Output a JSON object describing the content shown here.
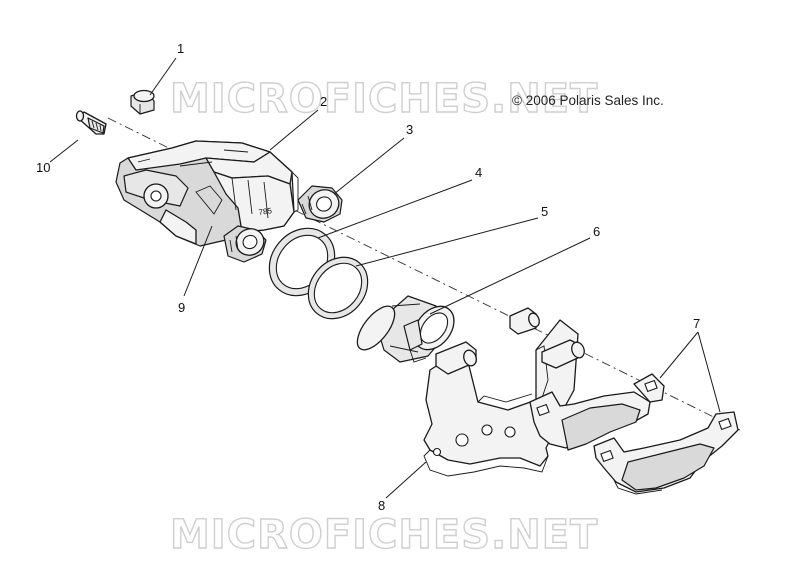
{
  "copyright": "© 2006 Polaris Sales Inc.",
  "watermark": "MICROFICHES.NET",
  "stamp": "785",
  "callouts": [
    "1",
    "2",
    "3",
    "4",
    "5",
    "6",
    "7",
    "8",
    "9",
    "10"
  ]
}
